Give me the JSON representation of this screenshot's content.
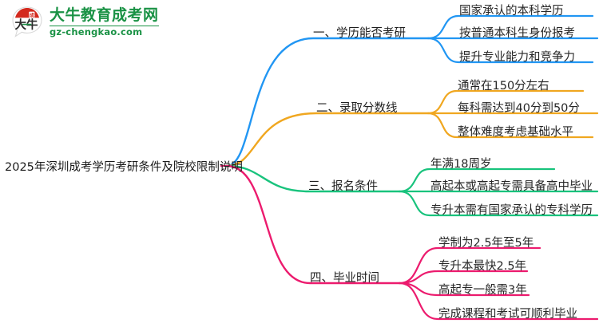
{
  "logo": {
    "mark_alt": "daniu-logo-icon",
    "cn_name": "大牛教育成考网",
    "domain": "gz-chengkao.com",
    "brand_green": "#1a9245",
    "brand_red": "#d32a1e"
  },
  "mindmap": {
    "root": {
      "label": "2025年深圳成考学历考研条件及院校限制说明"
    },
    "branches": [
      {
        "id": "branch-1",
        "label": "一、学历能否考研",
        "color": "#2196f3",
        "children": [
          {
            "label": "国家承认的本科学历"
          },
          {
            "label": "按普通本科生身份报考"
          },
          {
            "label": "提升专业能力和竞争力"
          }
        ]
      },
      {
        "id": "branch-2",
        "label": "二、录取分数线",
        "color": "#f0a720",
        "children": [
          {
            "label": "通常在150分左右"
          },
          {
            "label": "每科需达到40分到50分"
          },
          {
            "label": "整体难度考虑基础水平"
          }
        ]
      },
      {
        "id": "branch-3",
        "label": "三、报名条件",
        "color": "#19c37d",
        "children": [
          {
            "label": "年满18周岁"
          },
          {
            "label": "高起本或高起专需具备高中毕业"
          },
          {
            "label": "专升本需有国家承认的专科学历"
          }
        ]
      },
      {
        "id": "branch-4",
        "label": "四、毕业时间",
        "color": "#ec1b6e",
        "children": [
          {
            "label": "学制为2.5年至5年"
          },
          {
            "label": "专升本最快2.5年"
          },
          {
            "label": "高起专一般需3年"
          },
          {
            "label": "完成课程和考试可顺利毕业"
          }
        ]
      }
    ]
  }
}
